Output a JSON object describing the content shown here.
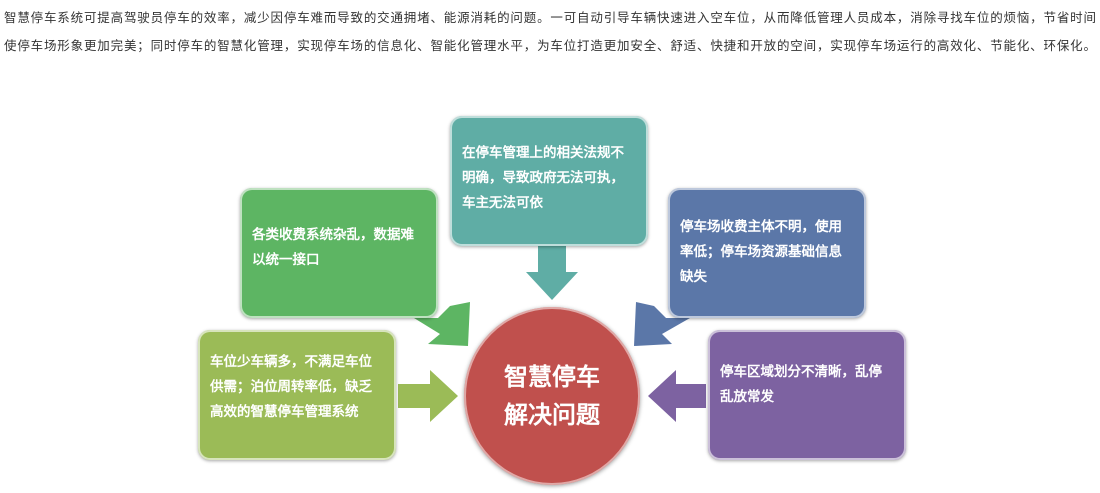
{
  "intro": {
    "line1": "智慧停车系统可提高驾驶员停车的效率，减少因停车难而导致的交通拥堵、能源消耗的问题。一可自动引导车辆快速进入空车位，从而降低管理人员成本，消除寻找车位的烦恼，节省时间",
    "line2": "使停车场形象更加完美；同时停车的智慧化管理，实现停车场的信息化、智能化管理水平，为车位打造更加安全、舒适、快捷和开放的空间，实现停车场运行的高效化、节能化、环保化。"
  },
  "diagram": {
    "center": {
      "line1": "智慧停车",
      "line2": "解决问题",
      "color": "#c0504d"
    },
    "boxes": {
      "top": {
        "text": "在停车管理上的相关法规不明确，导致政府无法可执，车主无法可依",
        "color": "#5fada5"
      },
      "upper_left": {
        "text": "各类收费系统杂乱，数据难以统一接口",
        "color": "#5db563"
      },
      "upper_right": {
        "text": "停车场收费主体不明，使用率低；停车场资源基础信息缺失",
        "color": "#5b77a8"
      },
      "lower_left": {
        "text": "车位少车辆多，不满足车位供需；泊位周转率低，缺乏高效的智慧停车管理系统",
        "color": "#9bbb57"
      },
      "lower_right": {
        "text": "停车区域划分不清晰，乱停乱放常发",
        "color": "#7d62a1"
      }
    }
  }
}
